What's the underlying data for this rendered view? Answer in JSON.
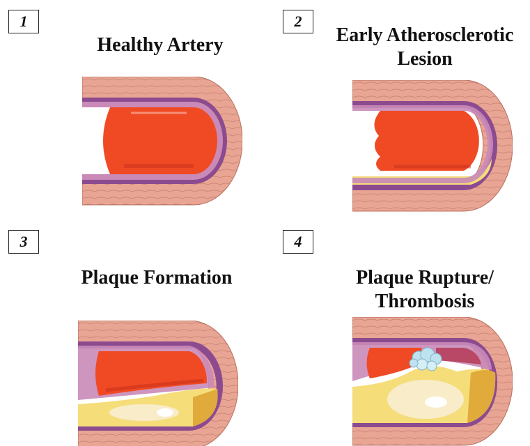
{
  "panels": [
    {
      "number": "1",
      "title_lines": [
        "Healthy Artery"
      ]
    },
    {
      "number": "2",
      "title_lines": [
        "Early Atherosclerotic",
        "Lesion"
      ]
    },
    {
      "number": "3",
      "title_lines": [
        "Plaque Formation"
      ]
    },
    {
      "number": "4",
      "title_lines": [
        "Plaque Rupture/",
        "Thrombosis"
      ]
    }
  ],
  "colors": {
    "wall": "#e8a594",
    "wall_dark": "#c77f6e",
    "intima": "#8c4b8f",
    "endothelium": "#c98ab8",
    "blood": "#f04a25",
    "blood_dark": "#c9301a",
    "lipid": "#f5dd7a",
    "lipid_core": "#f8ecc9",
    "clot": "#bfe2ef"
  }
}
